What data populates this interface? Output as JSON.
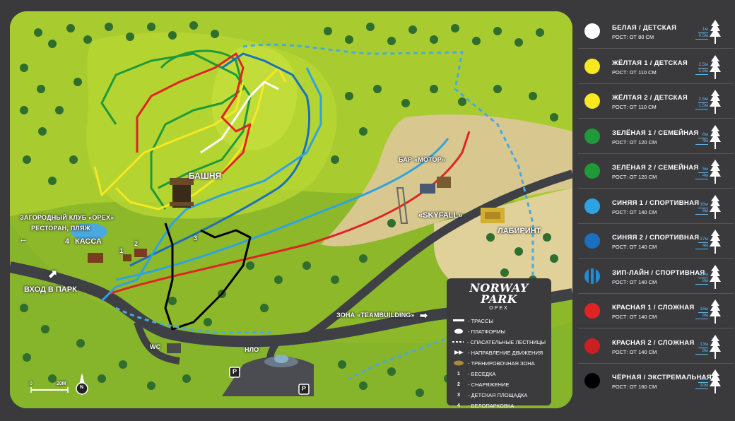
{
  "map": {
    "labels": {
      "tower": "БАШНЯ",
      "bar": "БАР «МОТОР»",
      "skyfall": "«SKYFALL»",
      "labyrinth": "ЛАБИРИНТ",
      "club": "ЗАГОРОДНЫЙ КЛУБ «ОРЕХ»",
      "restaurant": "РЕСТОРАН, ПЛЯЖ",
      "kassa": "КАССА",
      "num4": "4",
      "num1": "1",
      "num2": "2",
      "num3": "3",
      "entrance": "ВХОД В ПАРК",
      "teambuilding": "ЗОНА «TEAMBUILDING»",
      "wc": "WC",
      "ufo": "НЛО",
      "parking": "P",
      "parking2": "P",
      "scale_zero": "0",
      "scale_20": "20М",
      "north": "N"
    },
    "legend": {
      "brand": "NORWAY PARK",
      "brand_sub": "ОРЕХ",
      "items": [
        "- ТРАССЫ",
        "- ПЛАТФОРМЫ",
        "- СПАСАТЕЛЬНЫЕ ЛЕСТНИЦЫ",
        "- НАПРАВЛЕНИЕ ДВИЖЕНИЯ",
        "- ТРЕНИРОВОЧНАЯ ЗОНА"
      ],
      "numbered": [
        {
          "n": "1",
          "text": "- БЕСЕДКА"
        },
        {
          "n": "2",
          "text": "- СНАРЯЖЕНИЕ"
        },
        {
          "n": "3",
          "text": "- ДЕТСКАЯ ПЛОЩАДКА"
        },
        {
          "n": "4",
          "text": "- ВЕЛОПАРКОВКА"
        }
      ]
    }
  },
  "routes": [
    {
      "name": "БЕЛАЯ / ДЕТСКАЯ",
      "height": "РОСТ: ОТ 80 СМ",
      "color": "#ffffff",
      "h_top": "1м",
      "h_bottom": "0,5м"
    },
    {
      "name": "ЖЁЛТАЯ 1 / ДЕТСКАЯ",
      "height": "РОСТ: ОТ 110 СМ",
      "color": "#f7e822",
      "h_top": "2,5м",
      "h_bottom": "1,5м"
    },
    {
      "name": "ЖЁЛТАЯ 2 / ДЕТСКАЯ",
      "height": "РОСТ: ОТ 110 СМ",
      "color": "#f7e822",
      "h_top": "2,5м",
      "h_bottom": "1,5м"
    },
    {
      "name": "ЗЕЛЁНАЯ 1 / СЕМЕЙНАЯ",
      "height": "РОСТ: ОТ 120 СМ",
      "color": "#1f9a3a",
      "h_top": "6м",
      "h_bottom": "4м"
    },
    {
      "name": "ЗЕЛЁНАЯ 2 / СЕМЕЙНАЯ",
      "height": "РОСТ: ОТ 120 СМ",
      "color": "#1f9a3a",
      "h_top": "5м",
      "h_bottom": "4м"
    },
    {
      "name": "СИНЯЯ 1 / СПОРТИВНАЯ",
      "height": "РОСТ: ОТ 140 СМ",
      "color": "#2ea3e2",
      "h_top": "16м",
      "h_bottom": "6м"
    },
    {
      "name": "СИНЯЯ 2 / СПОРТИВНАЯ",
      "height": "РОСТ: ОТ 140 СМ",
      "color": "#1a6fbf",
      "h_top": "17м",
      "h_bottom": "4м"
    },
    {
      "name": "ЗИП-ЛАЙН / СПОРТИВНАЯ",
      "height": "РОСТ: ОТ 140 СМ",
      "color": "#1e8ed6",
      "h_top": "12м",
      "h_bottom": "8м",
      "zip": true
    },
    {
      "name": "КРАСНАЯ 1 / СЛОЖНАЯ",
      "height": "РОСТ: ОТ 140 СМ",
      "color": "#e02424",
      "h_top": "16м",
      "h_bottom": "8м"
    },
    {
      "name": "КРАСНАЯ 2 / СЛОЖНАЯ",
      "height": "РОСТ: ОТ 140 СМ",
      "color": "#cc1f24",
      "h_top": "13м",
      "h_bottom": "8м"
    },
    {
      "name": "ЧЁРНАЯ / ЭКСТРЕМАЛЬНАЯ",
      "height": "РОСТ: ОТ 160 СМ",
      "color": "#000000",
      "h_top": "23м",
      "h_bottom": "10м"
    }
  ]
}
